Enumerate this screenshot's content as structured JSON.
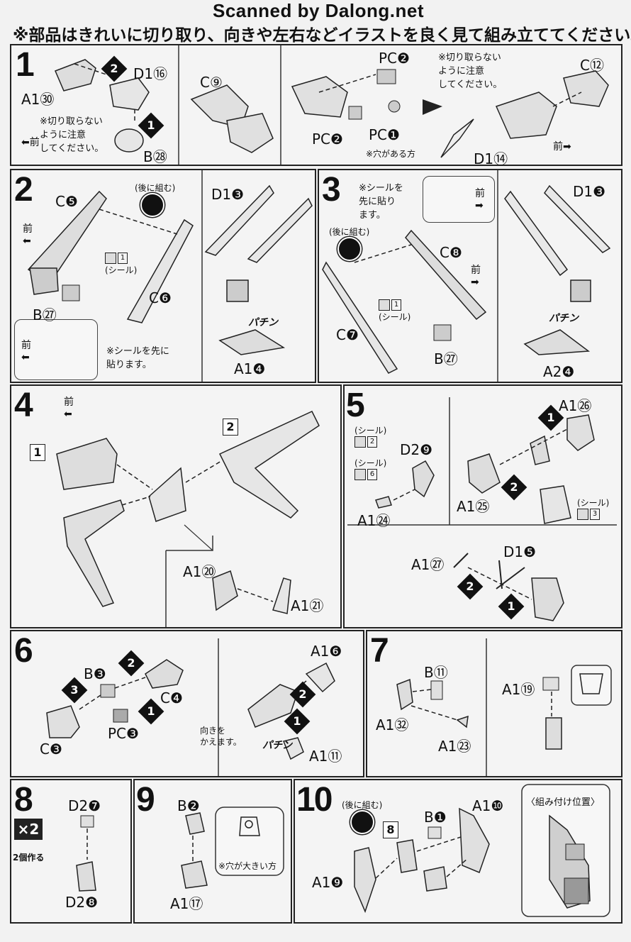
{
  "watermark": "Scanned by Dalong.net",
  "header_note": "※部品はきれいに切り取り、向きや左右などイラストを良く見て組み立ててください。",
  "common": {
    "front": "前",
    "sticker": "(シール)",
    "assemble_later": "(後に組む)",
    "snap": "パチン",
    "order1": "1",
    "order2": "2",
    "order3": "3"
  },
  "step1": {
    "num": "1",
    "labels": [
      "A1㉚",
      "D1⑯",
      "B㉘",
      "C⑨",
      "PC❷",
      "PC❷",
      "PC❶",
      "C⑫",
      "D1⑭"
    ],
    "note_cut": "※切り取らない\nように注意\nしてください。",
    "note_cut2": "※切り取らない\nように注意\nしてください。",
    "note_hole": "※穴がある方"
  },
  "step2": {
    "num": "2",
    "labels": [
      "C❺",
      "C❻",
      "B㉗",
      "D1❸",
      "A1❹"
    ],
    "sticker_no": "1",
    "note": "※シールを先に\n貼ります。"
  },
  "step3": {
    "num": "3",
    "labels": [
      "C❽",
      "C❼",
      "B㉗",
      "D1❸",
      "A2❹"
    ],
    "sticker_no": "1",
    "note": "※シールを\n先に貼り\nます。"
  },
  "step4": {
    "num": "4",
    "ref1": "1",
    "ref2": "2",
    "labels": [
      "A1⑳",
      "A1㉑"
    ]
  },
  "step5": {
    "num": "5",
    "labels": [
      "D2❾",
      "A1㉔",
      "A1㉖",
      "A1㉕",
      "A1㉗",
      "D1❺"
    ],
    "sticker_nos": [
      "2",
      "6",
      "3"
    ]
  },
  "step6": {
    "num": "6",
    "labels": [
      "B❸",
      "C❹",
      "PC❸",
      "C❸",
      "A1❻",
      "A1⑪"
    ],
    "note": "向きを\nかえます。"
  },
  "step7": {
    "num": "7",
    "labels": [
      "B⑪",
      "A1㉜",
      "A1㉓",
      "A1⑲"
    ]
  },
  "step8": {
    "num": "8",
    "multiplier": "×2",
    "make_two": "2個作る",
    "labels": [
      "D2❼",
      "D2❽"
    ]
  },
  "step9": {
    "num": "9",
    "labels": [
      "B❷",
      "A1⑰"
    ],
    "note": "※穴が大きい方"
  },
  "step10": {
    "num": "10",
    "ref8": "8",
    "labels": [
      "B❶",
      "A1❿",
      "A1❾"
    ],
    "position_title": "〈組み付け位置〉"
  }
}
